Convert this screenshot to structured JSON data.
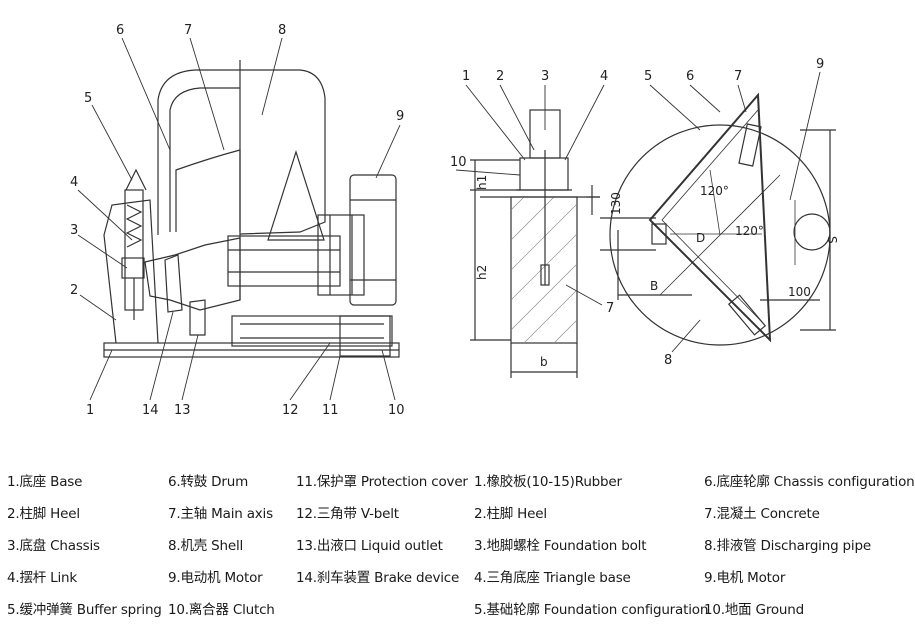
{
  "left_view_labels": [
    "1",
    "2",
    "3",
    "4",
    "5",
    "6",
    "7",
    "8",
    "9",
    "10",
    "11",
    "12",
    "13",
    "14"
  ],
  "right_view_labels": [
    "1",
    "2",
    "3",
    "4",
    "5",
    "6",
    "7",
    "8",
    "9",
    "10"
  ],
  "dimensions": {
    "h1": "h1",
    "h2": "h2",
    "d130": "130",
    "b": "b",
    "B": "B",
    "D": "D",
    "S": "S",
    "d100": "100",
    "a1": "120°",
    "a2": "120°"
  },
  "legend": {
    "col1": [
      "1.底座 Base",
      "2.柱脚 Heel",
      "3.底盘 Chassis",
      "4.摆杆 Link",
      "5.缓冲弹簧 Buffer spring"
    ],
    "col2": [
      "6.转鼓 Drum",
      "7.主轴 Main axis",
      "8.机壳 Shell",
      "9.电动机 Motor",
      "10.离合器 Clutch"
    ],
    "col3": [
      "11.保护罩 Protection cover",
      "12.三角带 V-belt",
      "13.出液口 Liquid outlet",
      "14.刹车装置 Brake device"
    ],
    "col4": [
      "1.橡胶板(10-15)Rubber",
      "2.柱脚 Heel",
      "3.地脚螺栓 Foundation bolt",
      "4.三角底座 Triangle base",
      "5.基础轮廓 Foundation configuration"
    ],
    "col5": [
      "6.底座轮廓 Chassis configuration",
      "7.混凝土 Concrete",
      "8.排液管 Discharging pipe",
      "9.电机 Motor",
      "10.地面 Ground"
    ]
  }
}
